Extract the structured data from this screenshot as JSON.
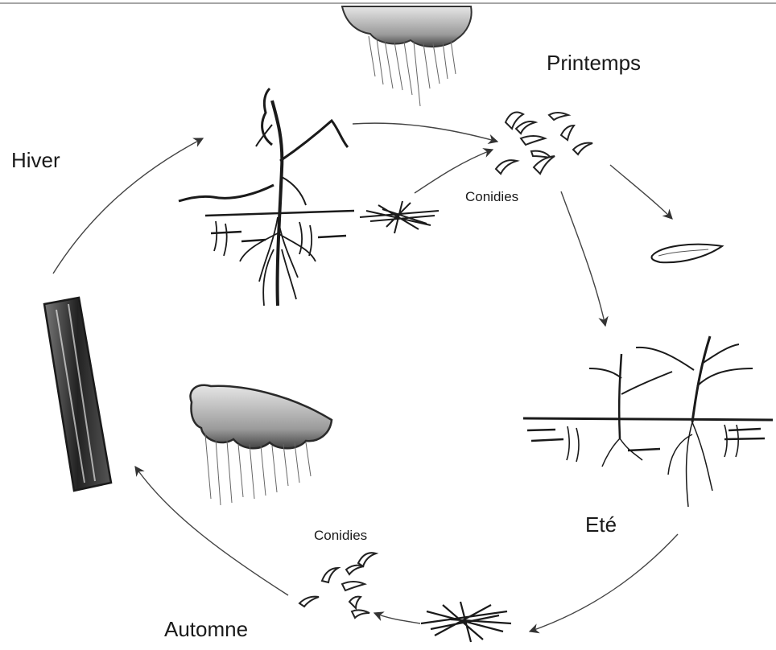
{
  "labels": {
    "spring": "Printemps",
    "winter": "Hiver",
    "summer": "Eté",
    "autumn": "Automne",
    "conidia_top": "Conidies",
    "conidia_bottom": "Conidies"
  },
  "colors": {
    "ink": "#1a1a1a",
    "arrow": "#555555",
    "cloud_dark": "#3a3a3a",
    "cloud_light": "#bdbdbd",
    "background": "#ffffff"
  }
}
